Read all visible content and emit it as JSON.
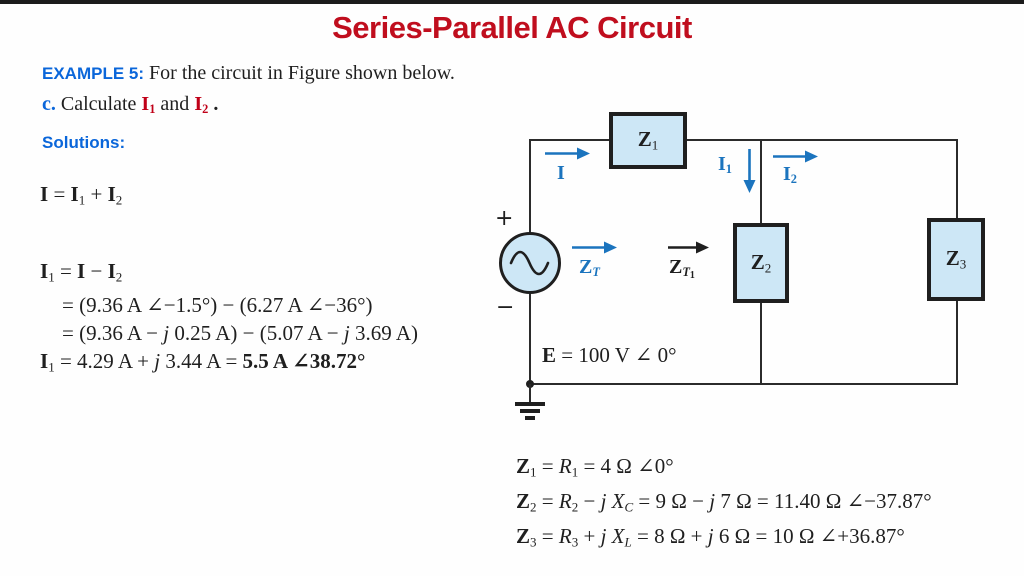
{
  "colors": {
    "title_red": "#c00e1e",
    "accent_blue": "#0a66da",
    "label_red": "#c00018",
    "circuit_blue": "#1b74be",
    "box_fill": "#cde7f6",
    "ink": "#1f1f1f"
  },
  "header": {
    "title": "Series-Parallel AC Circuit",
    "example_label": "EXAMPLE 5:",
    "example_text": " For the circuit in Figure shown below.",
    "task_runs": [
      {
        "t": "c.",
        "c": "blue b"
      },
      {
        "t": " Calculate ",
        "c": ""
      },
      {
        "t": "I",
        "c": "red b"
      },
      {
        "t": "1",
        "c": "red b sub"
      },
      {
        "t": " and ",
        "c": ""
      },
      {
        "t": "I",
        "c": "red b"
      },
      {
        "t": "2",
        "c": "red b sub"
      },
      {
        "t": " .",
        "c": "b"
      }
    ],
    "solutions_label": "Solutions:"
  },
  "equations": {
    "current_sum": [
      {
        "t": "I",
        "c": "b"
      },
      {
        "t": " = ",
        "c": ""
      },
      {
        "t": "I",
        "c": "b"
      },
      {
        "t": "1",
        "c": "sub"
      },
      {
        "t": " + ",
        "c": ""
      },
      {
        "t": "I",
        "c": "b"
      },
      {
        "t": "2",
        "c": "sub"
      }
    ],
    "i1_line1": [
      {
        "t": "I",
        "c": "b"
      },
      {
        "t": "1",
        "c": "sub"
      },
      {
        "t": " = ",
        "c": ""
      },
      {
        "t": "I",
        "c": "b"
      },
      {
        "t": " − ",
        "c": ""
      },
      {
        "t": "I",
        "c": "b"
      },
      {
        "t": "2",
        "c": "sub"
      }
    ],
    "i1_line2": [
      {
        "t": "= (9.36 A ∠−1.5°) − (6.27 A ∠−36°)",
        "c": ""
      }
    ],
    "i1_line3": [
      {
        "t": "= (9.36 A − ",
        "c": ""
      },
      {
        "t": "j",
        "c": "i"
      },
      {
        "t": " 0.25 A) − (5.07 A − ",
        "c": ""
      },
      {
        "t": "j",
        "c": "i"
      },
      {
        "t": " 3.69 A)",
        "c": ""
      }
    ],
    "i1_line4": [
      {
        "t": "I",
        "c": "b"
      },
      {
        "t": "1",
        "c": "sub"
      },
      {
        "t": " = 4.29 A + ",
        "c": ""
      },
      {
        "t": "j",
        "c": "i"
      },
      {
        "t": " 3.44 A = ",
        "c": ""
      },
      {
        "t": "5.5 A ∠38.72°",
        "c": "b"
      }
    ],
    "z1": [
      {
        "t": "Z",
        "c": "b"
      },
      {
        "t": "1",
        "c": "sub"
      },
      {
        "t": " = ",
        "c": ""
      },
      {
        "t": "R",
        "c": "i"
      },
      {
        "t": "1",
        "c": "sub"
      },
      {
        "t": " = 4 Ω ∠0°",
        "c": ""
      }
    ],
    "z2": [
      {
        "t": "Z",
        "c": "b"
      },
      {
        "t": "2",
        "c": "sub"
      },
      {
        "t": " = ",
        "c": ""
      },
      {
        "t": "R",
        "c": "i"
      },
      {
        "t": "2",
        "c": "sub"
      },
      {
        "t": " − ",
        "c": ""
      },
      {
        "t": "j X",
        "c": "i"
      },
      {
        "t": "C",
        "c": "sub i"
      },
      {
        "t": " = 9 Ω − ",
        "c": ""
      },
      {
        "t": "j",
        "c": "i"
      },
      {
        "t": " 7 Ω = 11.40 Ω ∠−37.87°",
        "c": ""
      }
    ],
    "z3": [
      {
        "t": "Z",
        "c": "b"
      },
      {
        "t": "3",
        "c": "sub"
      },
      {
        "t": " = ",
        "c": ""
      },
      {
        "t": "R",
        "c": "i"
      },
      {
        "t": "3",
        "c": "sub"
      },
      {
        "t": " + ",
        "c": ""
      },
      {
        "t": "j X",
        "c": "i"
      },
      {
        "t": "L",
        "c": "sub i"
      },
      {
        "t": " = 8 Ω + ",
        "c": ""
      },
      {
        "t": "j",
        "c": "i"
      },
      {
        "t": " 6 Ω = 10 Ω ∠+36.87°",
        "c": ""
      }
    ]
  },
  "circuit": {
    "plus_sign": "+",
    "minus_sign": "−",
    "box1_label": [
      {
        "t": "Z",
        "c": "b"
      },
      {
        "t": "1",
        "c": "sub"
      }
    ],
    "box2_label": [
      {
        "t": "Z",
        "c": "b"
      },
      {
        "t": "2",
        "c": "sub"
      }
    ],
    "box3_label": [
      {
        "t": "Z",
        "c": "b"
      },
      {
        "t": "3",
        "c": "sub"
      }
    ],
    "current_i": [
      {
        "t": "I",
        "c": "b"
      }
    ],
    "current_i1": [
      {
        "t": "I",
        "c": "b"
      },
      {
        "t": "1",
        "c": "sub"
      }
    ],
    "current_i2": [
      {
        "t": "I",
        "c": "b"
      },
      {
        "t": "2",
        "c": "sub"
      }
    ],
    "zt_label": [
      {
        "t": "Z",
        "c": "b"
      },
      {
        "t": "T",
        "c": "sub i"
      }
    ],
    "zt1_label": [
      {
        "t": "Z",
        "c": "b"
      },
      {
        "t": "T",
        "c": "sub i"
      },
      {
        "t": "1",
        "c": "sub2"
      }
    ],
    "emf_label": [
      {
        "t": "E",
        "c": "b"
      },
      {
        "t": "  =  100 V ∠ 0°",
        "c": ""
      }
    ]
  }
}
